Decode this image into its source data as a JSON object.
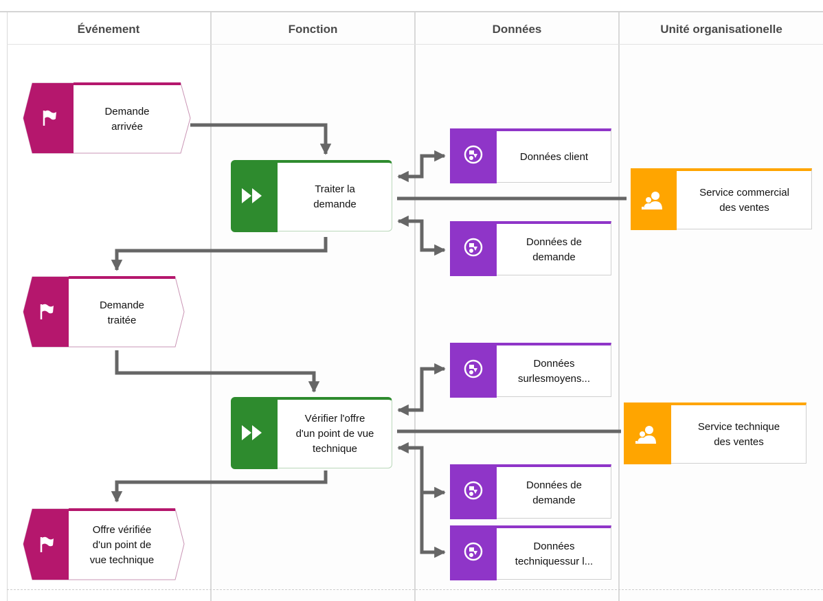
{
  "lanes": {
    "event": "Événement",
    "function": "Fonction",
    "data": "Données",
    "org": "Unité organisationelle"
  },
  "events": {
    "e1": "Demande\narrivée",
    "e2": "Demande\ntraitée",
    "e3": "Offre vérifiée\nd'un point de\nvue technique"
  },
  "functions": {
    "f1": "Traiter la\ndemande",
    "f2": "Vérifier l'offre\nd'un point de vue\ntechnique"
  },
  "data_objects": {
    "d1": "Données client",
    "d2": "Données de\ndemande",
    "d3": "Données\nsurlesmoyens...",
    "d4": "Données de\ndemande",
    "d5": "Données\ntechniquessur l..."
  },
  "org_units": {
    "o1": "Service commercial\ndes ventes",
    "o2": "Service technique\ndes ventes"
  },
  "colors": {
    "event": "#b5176d",
    "function": "#2e8b2e",
    "data": "#8f35c8",
    "org": "#ffa500",
    "connector": "#666666"
  }
}
